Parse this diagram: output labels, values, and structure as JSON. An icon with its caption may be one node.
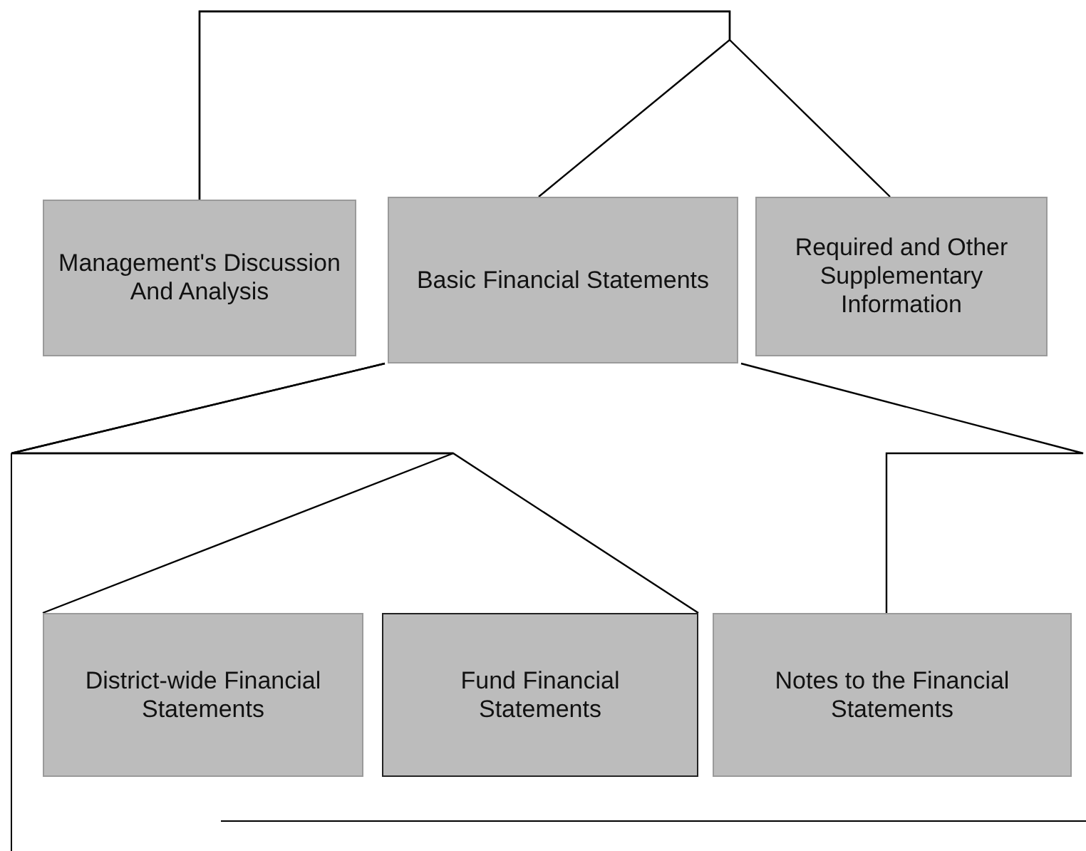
{
  "diagram": {
    "nodes": [
      {
        "text": [
          "Management's Discussion And Analysis"
        ]
      },
      {
        "text": [
          "Basic Financial Statements"
        ]
      },
      {
        "text": [
          "Required and Other Supplementary Information"
        ]
      },
      {
        "text": [
          "District-wide Financial Statements"
        ]
      },
      {
        "text": [
          "Fund Financial Statements"
        ]
      },
      {
        "text": [
          "Notes to the Financial Statements"
        ]
      }
    ],
    "edges": [
      {
        "from": 0,
        "to": 1,
        "arrow": "none"
      },
      {
        "from": 0,
        "to": 2,
        "arrow": "none"
      },
      {
        "from": 1,
        "to": 3,
        "arrow": "none"
      },
      {
        "from": 1,
        "to": 4,
        "arrow": "none"
      },
      {
        "from": 1,
        "to": 5,
        "arrow": "none"
      }
    ]
  }
}
